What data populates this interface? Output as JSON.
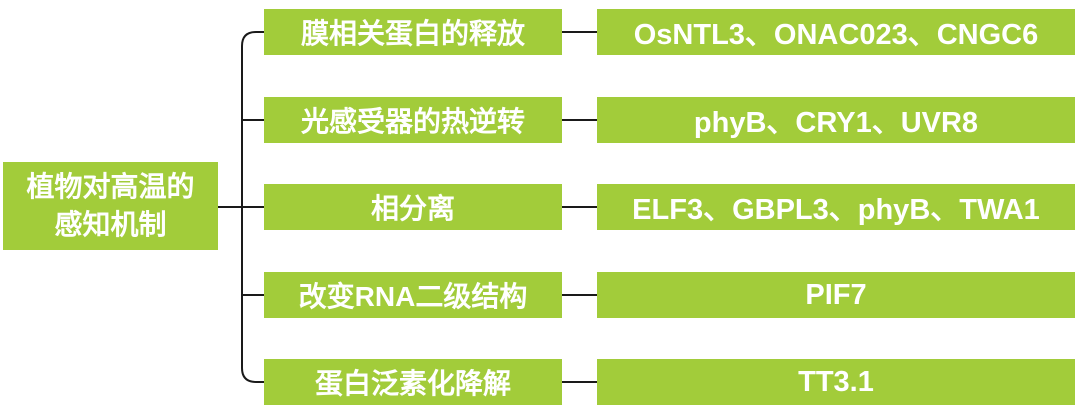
{
  "root": {
    "label": "植物对高温的感知机制"
  },
  "mechanisms": [
    {
      "label": "膜相关蛋白的释放",
      "examples": "OsNTL3、ONAC023、CNGC6"
    },
    {
      "label": "光感受器的热逆转",
      "examples": "phyB、CRY1、UVR8"
    },
    {
      "label": "相分离",
      "examples": "ELF3、GBPL3、phyB、TWA1"
    },
    {
      "label": "改变RNA二级结构",
      "examples": "PIF7"
    },
    {
      "label": "蛋白泛素化降解",
      "examples": "TT3.1"
    }
  ],
  "colors": {
    "box_fill": "#a2cc3a",
    "box_text": "#ffffff",
    "connector": "#1a1a1a"
  }
}
